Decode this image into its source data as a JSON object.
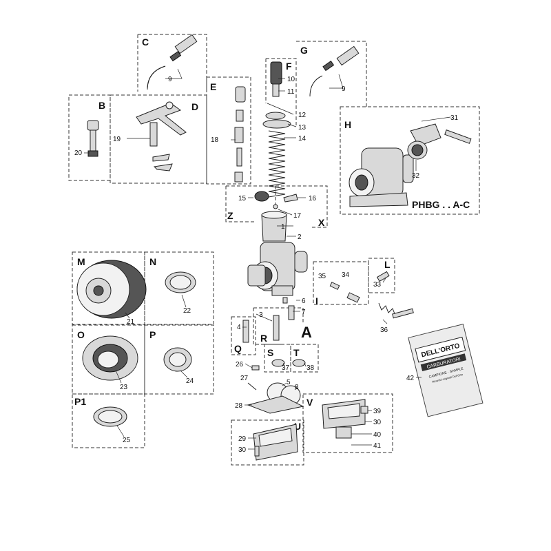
{
  "groups": {
    "A": "A",
    "B": "B",
    "C": "C",
    "D": "D",
    "E": "E",
    "F": "F",
    "G": "G",
    "H": "H",
    "I": "I",
    "L": "L",
    "M": "M",
    "N": "N",
    "O": "O",
    "P": "P",
    "P1": "P1",
    "Q": "Q",
    "R": "R",
    "S": "S",
    "T": "T",
    "U": "U",
    "V": "V",
    "X": "X",
    "Z": "Z"
  },
  "model_label": "PHBG . . A-C",
  "bag": {
    "brand": "DELL'ORTO",
    "banner": "CARBURATORI",
    "line1": "CAMPIONE · SAMPLE",
    "line2": "Ricambi originali Dell'Orto"
  },
  "parts": {
    "p1": "1",
    "p2": "2",
    "p3": "3",
    "p4": "4",
    "p5": "5",
    "p6": "6",
    "p7": "7",
    "p8": "8",
    "p9a": "9",
    "p9b": "9",
    "p10": "10",
    "p11": "11",
    "p12": "12",
    "p13": "13",
    "p14": "14",
    "p15": "15",
    "p16": "16",
    "p17": "17",
    "p18": "18",
    "p19": "19",
    "p20": "20",
    "p21": "21",
    "p22": "22",
    "p23": "23",
    "p24": "24",
    "p25": "25",
    "p26": "26",
    "p27": "27",
    "p28": "28",
    "p29": "29",
    "p30a": "30",
    "p30b": "30",
    "p31": "31",
    "p32": "32",
    "p33": "33",
    "p34": "34",
    "p35": "35",
    "p36": "36",
    "p37": "37",
    "p38": "38",
    "p39": "39",
    "p40": "40",
    "p41": "41",
    "p42": "42"
  },
  "icons": {
    "throttle_cable_adjuster": "cable-adjuster-icon",
    "carburetor_body": "carburetor-body-icon",
    "air_filter": "air-filter-icon",
    "float_bowl": "float-bowl-icon",
    "spare_parts_bag": "parts-bag-icon"
  }
}
